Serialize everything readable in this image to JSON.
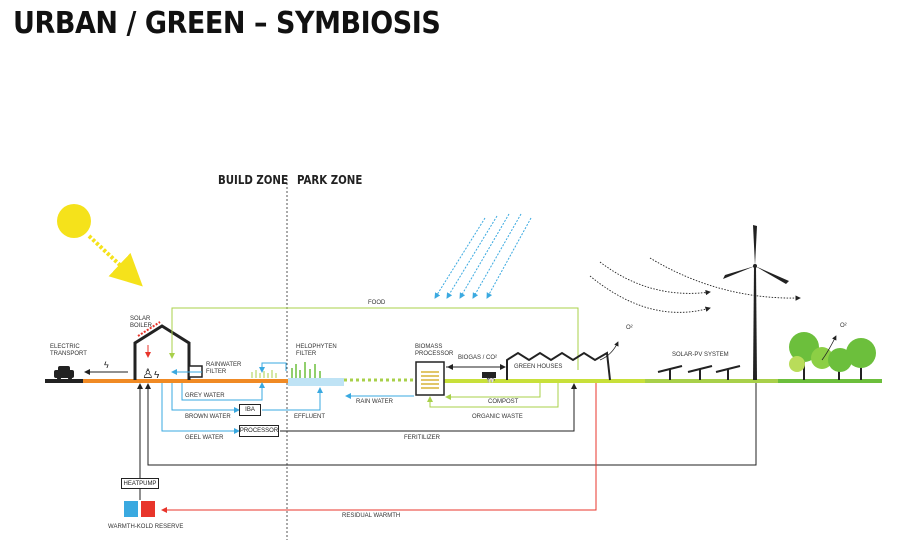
{
  "title": "URBAN / GREEN – SYMBIOSIS",
  "zones": {
    "build": "BUILD ZONE",
    "park": "PARK ZONE"
  },
  "labels": {
    "electric_transport": "ELECTRIC\nTRANSPORT",
    "solar_boiler": "SOLAR\nBOILER",
    "rainwater_filter": "RAINWATER\nFILTER",
    "helophyten_filter": "HELOPHYTEN\nFILTER",
    "biomass_processor": "BIOMASS\nPROCESSOR",
    "biogas": "BIOGAS / CO²",
    "green_houses": "GREEN HOUSES",
    "solar_pv": "SOLAR-PV SYSTEM",
    "o2_greenhouse": "O²",
    "o2_trees": "O²",
    "food": "FOOD",
    "grey_water": "GREY WATER",
    "brown_water": "BROWN WATER",
    "geel_water": "GEEL WATER",
    "effluent": "EFFLUENT",
    "rain_water": "RAIN WATER",
    "compost": "COMPOST",
    "organic_waste": "ORGANIC WASTE",
    "feritilizer": "FERITILIZER",
    "residual_warmth": "RESIDUAL WARMTH",
    "warmth_reserve": "WARMTH-KOLD RESERVE"
  },
  "boxes": {
    "iba": "IBA",
    "processor": "PROCESSOR",
    "heatpump": "HEATPUMP"
  },
  "colors": {
    "orange": "#f08a24",
    "green": "#a8d04a",
    "blue": "#3aa9e0",
    "red": "#e8352b",
    "yellow": "#f5e21b",
    "dark": "#222222"
  }
}
